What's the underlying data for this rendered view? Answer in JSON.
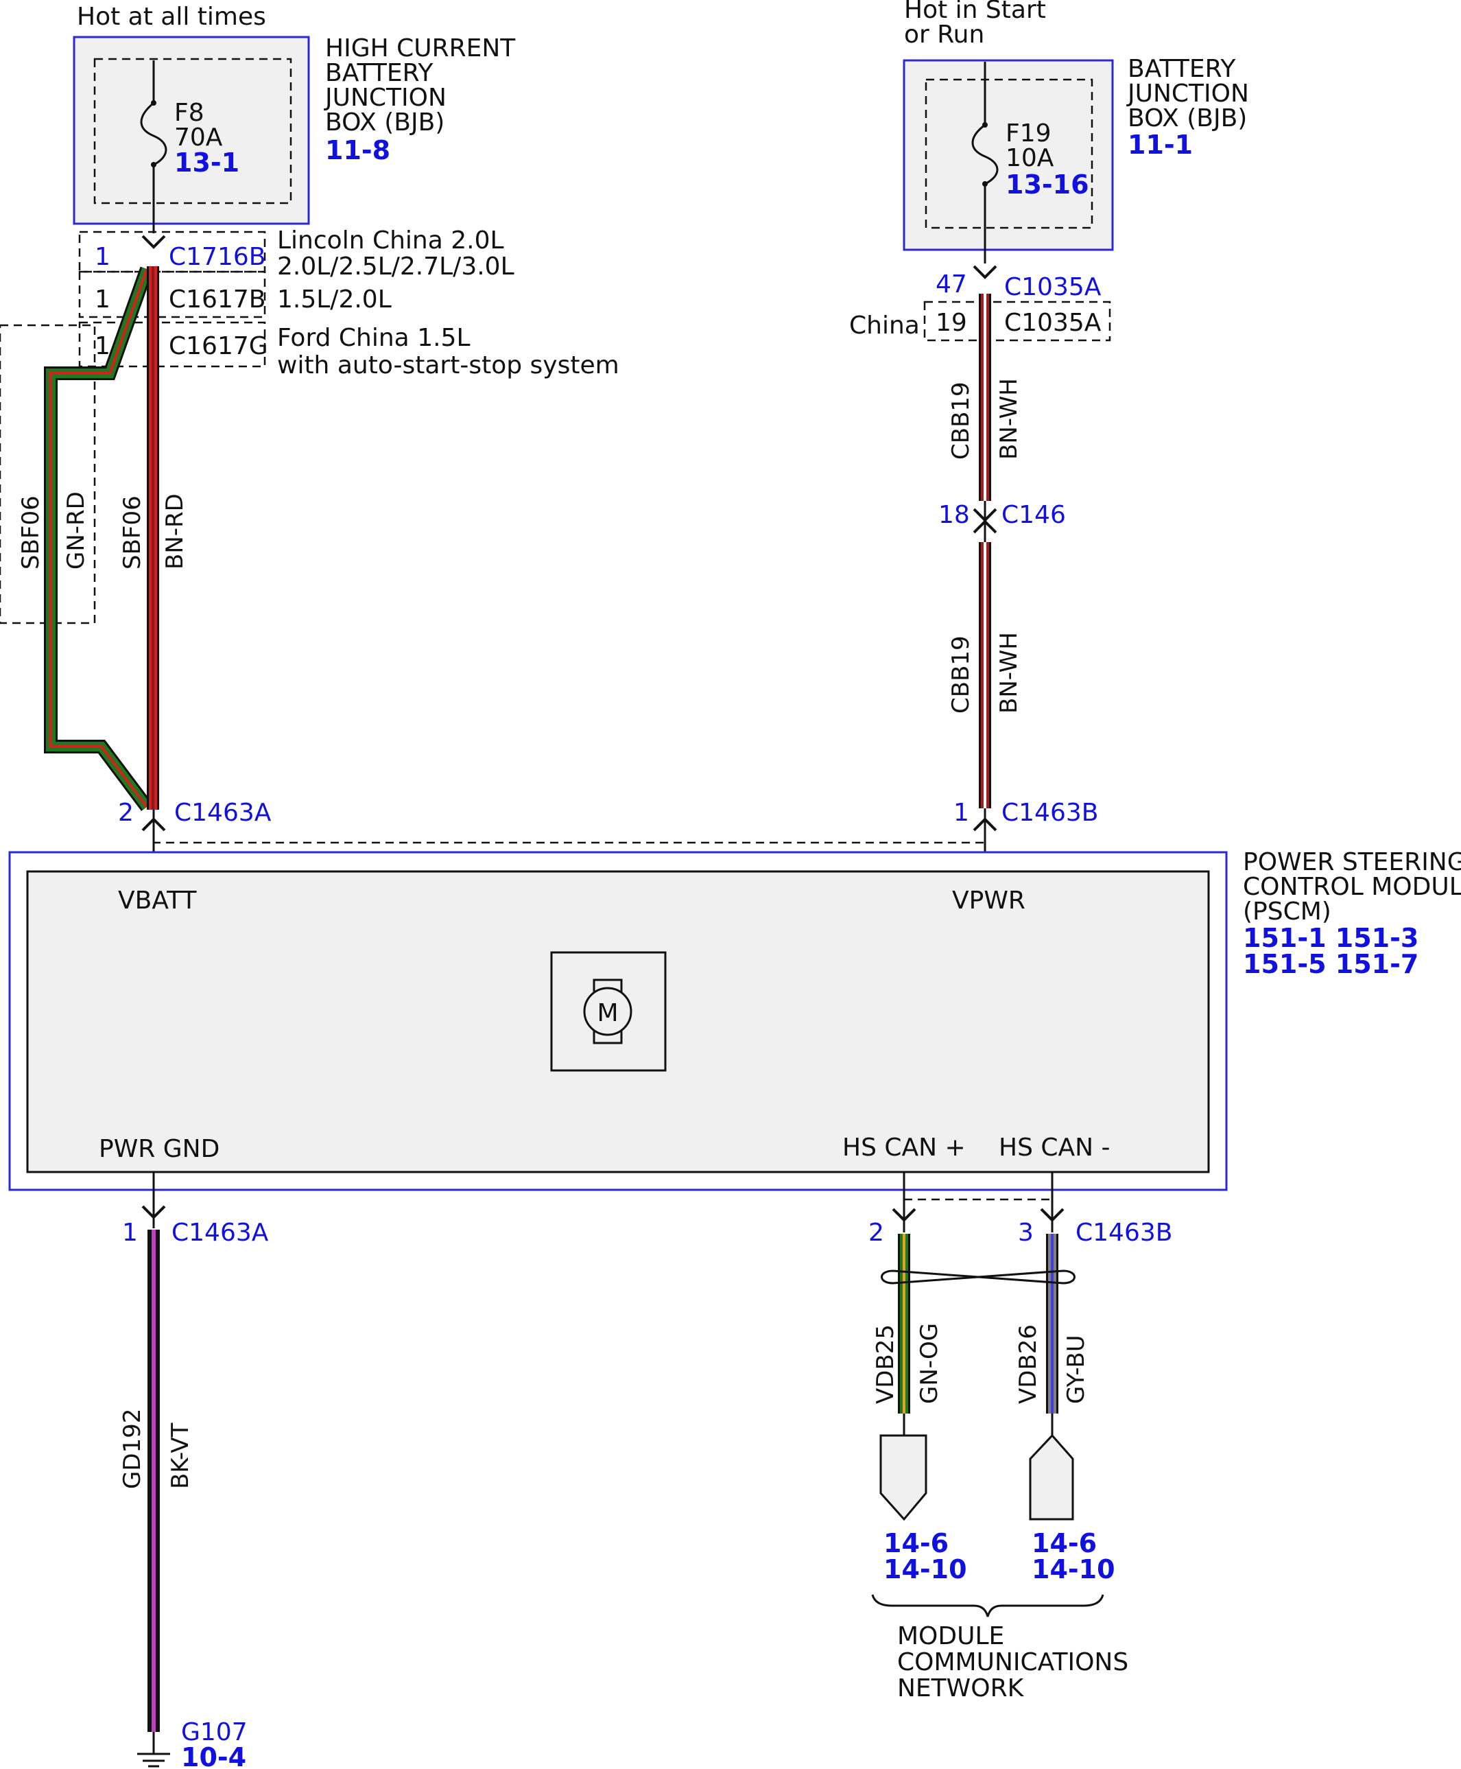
{
  "colors": {
    "ref_blue": "#1010e0",
    "box_blue": "#2a2ad0",
    "BN": "#8b1a1a",
    "RD": "#d42020",
    "GN": "#1f7a1f",
    "WH": "#ffffff",
    "BK": "#111111",
    "VT": "#c040c0",
    "OG": "#e8a020",
    "GY": "#808080",
    "BU": "#4040e0"
  },
  "left_supply": {
    "heading": "Hot at all times",
    "box_label": [
      "HIGH CURRENT",
      "BATTERY",
      "JUNCTION",
      "BOX (BJB)"
    ],
    "box_ref": "11-8",
    "fuse_id": "F8",
    "fuse_rating": "70A",
    "fuse_ref": "13-1",
    "conn1_pin": "1",
    "conn1_name": "C1716B",
    "conn1_note_1": "Lincoln China 2.0L",
    "conn1_note_2": "2.0L/2.5L/2.7L/3.0L",
    "conn2_pin": "1",
    "conn2_name": "C1617B",
    "conn2_note": "1.5L/2.0L",
    "conn3_pin": "1",
    "conn3_name": "C1617G",
    "conn3_note_1": "Ford China 1.5L",
    "conn3_note_2": "with auto-start-stop system",
    "alt_wire_circuit": "SBF06",
    "alt_wire_color": "GN-RD",
    "main_wire_circuit": "SBF06",
    "main_wire_color": "BN-RD",
    "pscm_pin": "2",
    "pscm_conn": "C1463A"
  },
  "right_supply": {
    "heading_1": "Hot in Start",
    "heading_2": "or Run",
    "box_label": [
      "BATTERY",
      "JUNCTION",
      "BOX (BJB)"
    ],
    "box_ref": "11-1",
    "fuse_id": "F19",
    "fuse_rating": "10A",
    "fuse_ref": "13-16",
    "conn1_pin": "47",
    "conn1_name": "C1035A",
    "china_label": "China",
    "conn2_pin": "19",
    "conn2_name": "C1035A",
    "wire1_circuit": "CBB19",
    "wire1_color": "BN-WH",
    "inline_pin": "18",
    "inline_conn": "C146",
    "wire2_circuit": "CBB19",
    "wire2_color": "BN-WH",
    "pscm_pin": "1",
    "pscm_conn": "C1463B"
  },
  "module": {
    "name": [
      "POWER STEERING",
      "CONTROL MODULE",
      "(PSCM)"
    ],
    "refs_1": "151-1 151-3",
    "refs_2": "151-5 151-7",
    "vbatt": "VBATT",
    "vpwr": "VPWR",
    "pwr_gnd": "PWR GND",
    "hs_can_plus": "HS CAN +",
    "hs_can_minus": "HS CAN -",
    "motor_symbol": "M"
  },
  "ground": {
    "pin": "1",
    "conn": "C1463A",
    "circuit": "GD192",
    "color": "BK-VT",
    "ground_id": "G107",
    "ground_ref": "10-4"
  },
  "can": {
    "plus_pin": "2",
    "minus_pin": "3",
    "conn": "C1463B",
    "plus_circuit": "VDB25",
    "plus_color": "GN-OG",
    "minus_circuit": "VDB26",
    "minus_color": "GY-BU",
    "plus_ref_1": "14-6",
    "plus_ref_2": "14-10",
    "minus_ref_1": "14-6",
    "minus_ref_2": "14-10",
    "network_label": [
      "MODULE",
      "COMMUNICATIONS",
      "NETWORK"
    ]
  }
}
